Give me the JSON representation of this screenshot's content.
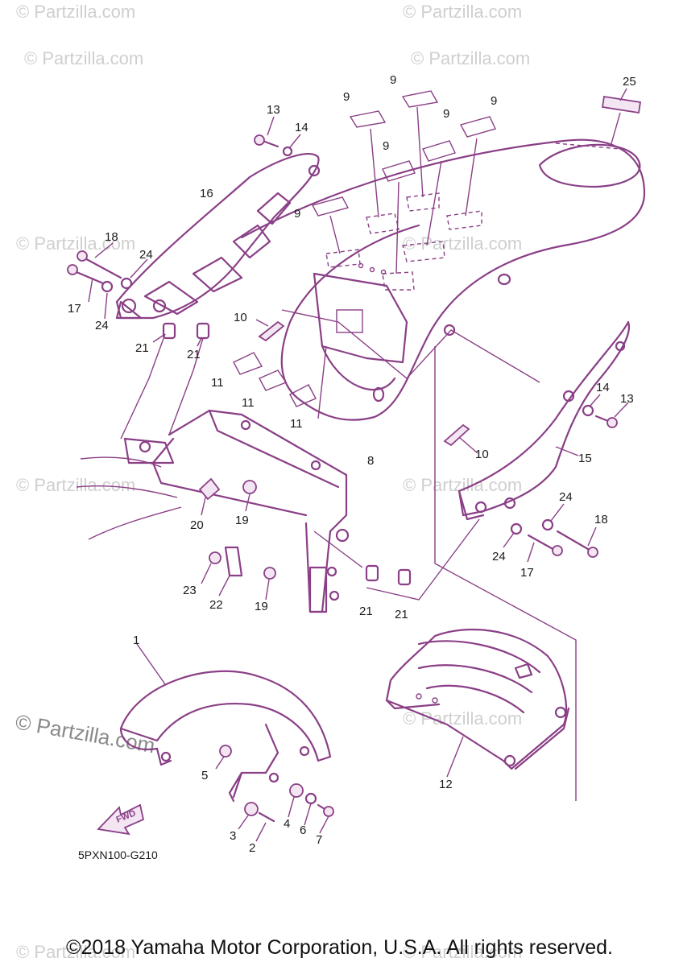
{
  "watermark": "© Partzilla.com",
  "diagram_code": "5PXN100-G210",
  "fwd_label": "FWD",
  "copyright": "©2018 Yamaha Motor Corporation, U.S.A. All rights reserved.",
  "callouts": {
    "c1": "1",
    "c2": "2",
    "c3": "3",
    "c4": "4",
    "c5": "5",
    "c6": "6",
    "c7": "7",
    "c8": "8",
    "c9a": "9",
    "c9b": "9",
    "c9c": "9",
    "c9d": "9",
    "c9e": "9",
    "c9f": "9",
    "c10a": "10",
    "c10b": "10",
    "c11a": "11",
    "c11b": "11",
    "c11c": "11",
    "c12": "12",
    "c13a": "13",
    "c13b": "13",
    "c14a": "14",
    "c14b": "14",
    "c15": "15",
    "c16": "16",
    "c17a": "17",
    "c17b": "17",
    "c18a": "18",
    "c18b": "18",
    "c19a": "19",
    "c19b": "19",
    "c20": "20",
    "c21a": "21",
    "c21b": "21",
    "c21c": "21",
    "c21d": "21",
    "c22": "22",
    "c23": "23",
    "c24a": "24",
    "c24b": "24",
    "c24c": "24",
    "c24d": "24",
    "c25": "25"
  }
}
